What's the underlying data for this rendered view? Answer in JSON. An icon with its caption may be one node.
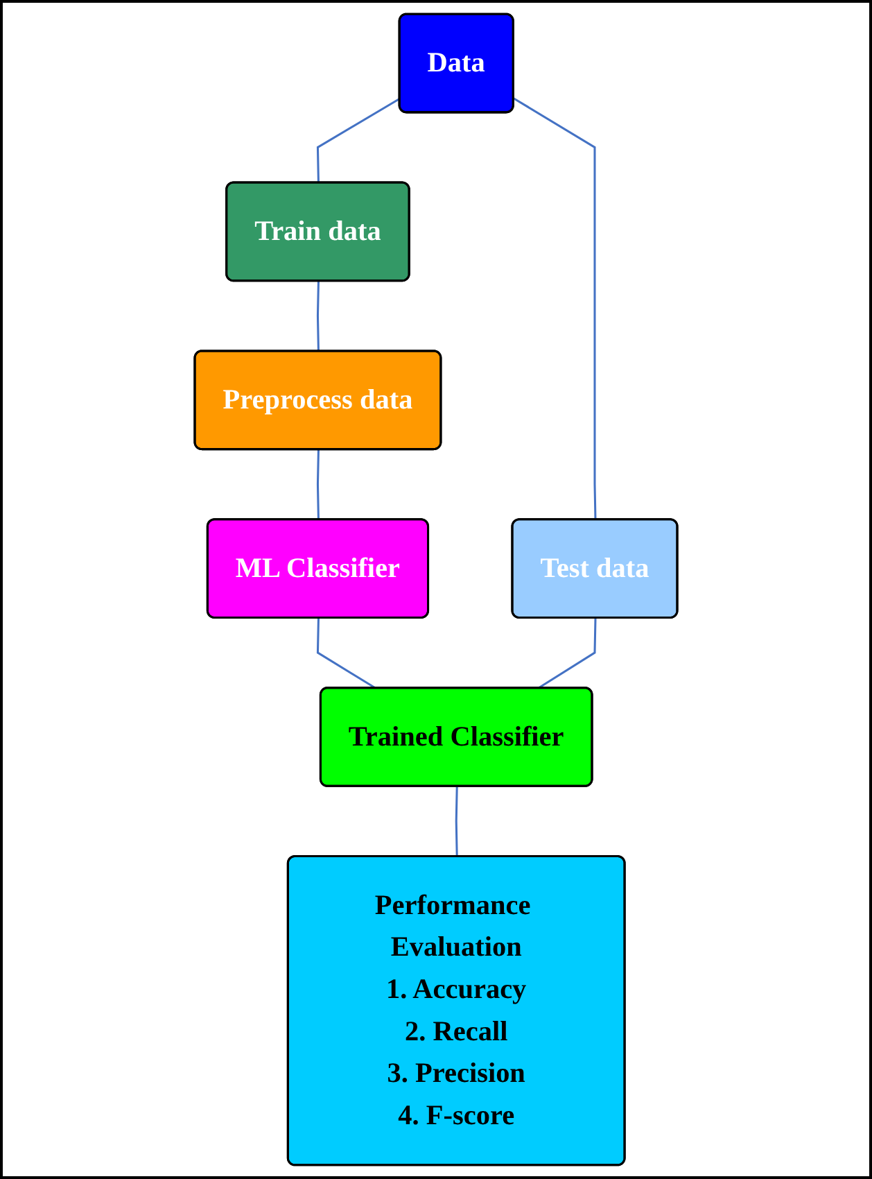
{
  "diagram": {
    "nodes": [
      {
        "text": [
          "Data"
        ]
      },
      {
        "text": [
          "Train data"
        ]
      },
      {
        "text": [
          "Test data"
        ]
      },
      {
        "text": [
          "Preprocess data"
        ]
      },
      {
        "text": [
          "ML Classifier"
        ]
      },
      {
        "text": [
          "Trained Classifier"
        ]
      },
      {
        "text": [
          "Performance Evaluation",
          "1. Accuracy",
          "2. Recall",
          "3. Precision",
          "4. F-score"
        ]
      }
    ],
    "edges": [
      {
        "from": 0,
        "to": 1,
        "arrow": "none"
      },
      {
        "from": 0,
        "to": 2,
        "arrow": "none"
      },
      {
        "from": 1,
        "to": 3,
        "arrow": "none"
      },
      {
        "from": 3,
        "to": 4,
        "arrow": "none"
      },
      {
        "from": 4,
        "to": 5,
        "arrow": "none"
      },
      {
        "from": 2,
        "to": 5,
        "arrow": "none"
      },
      {
        "from": 5,
        "to": 6,
        "arrow": "none"
      }
    ]
  }
}
